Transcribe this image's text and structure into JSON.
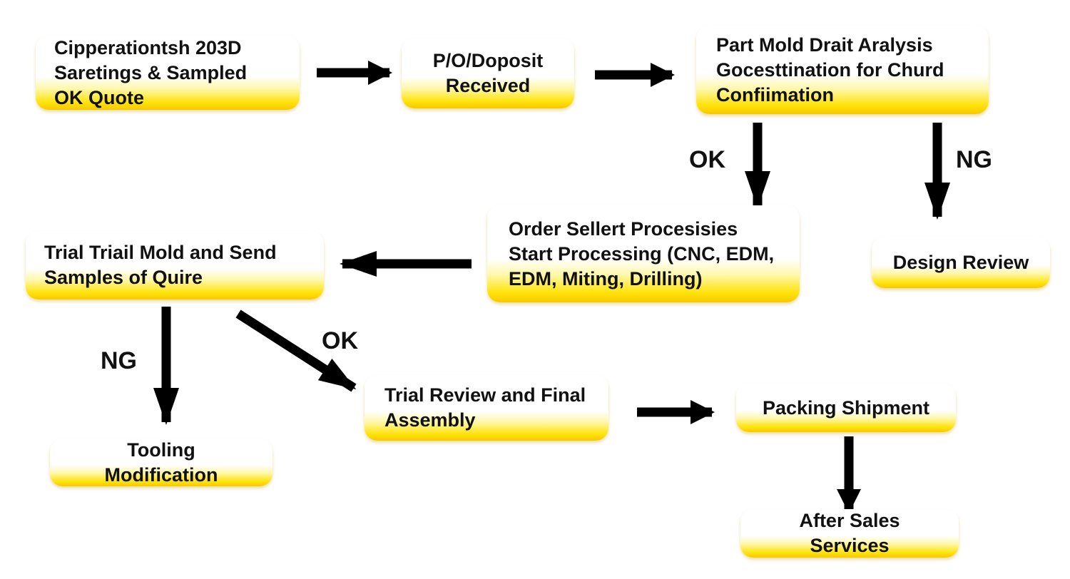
{
  "nodes": {
    "quote": "Cipperationtsh 203D\nSaretings & Sampled\nOK Quote",
    "deposit": "P/O/Doposit\nReceived",
    "analysis": "Part Mold Drait Aralysis\nGocesttination for Churd\nConfiimation",
    "order": "Order Sellert Procesisies\nStart Processing (CNC, EDM,\nEDM, Miting, Drilling)",
    "design_review": "Design Review",
    "trial_mold": "Trial Triail Mold and Send\nSamples of Quire",
    "tooling": "Tooling Modification",
    "trial_review": "Trial Review and Final\nAssembly",
    "packing": "Packing Shipment",
    "after_sales": "After Sales Services"
  },
  "labels": {
    "ok_analysis": "OK",
    "ng_analysis": "NG",
    "ng_trial": "NG",
    "ok_trial": "OK"
  },
  "colors": {
    "node_fill_bottom": "#ffe30a",
    "arrow": "#000000"
  }
}
